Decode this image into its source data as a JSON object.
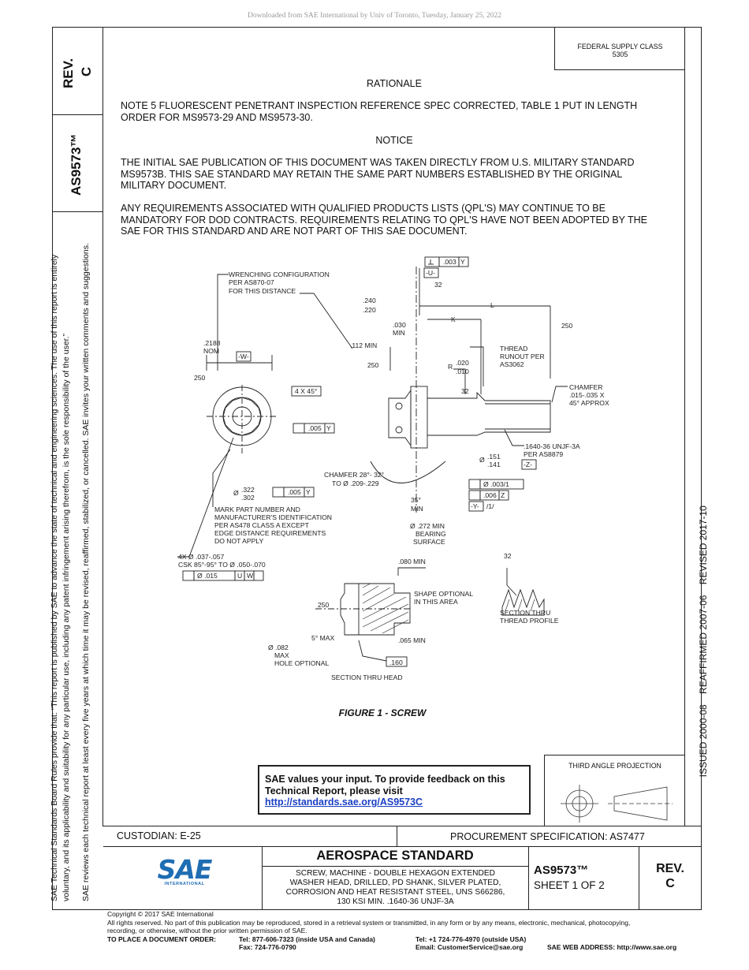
{
  "download_header": "Downloaded from SAE International by Univ of Toronto, Tuesday, January 25, 2022",
  "side_panel": {
    "rev_label": "REV.",
    "rev_value": "C",
    "doc_number": "AS9573™",
    "disclaimer_line1": "SAE Technical Standards Board Rules provide that: “This report is published by SAE to advance the state of technical and engineering sciences. The use of this report is entirely",
    "disclaimer_line2": "voluntary, and its applicability and suitability for any particular use, including any patent infringement arising therefrom, is the sole responsibility of the user.”",
    "disclaimer_line3": "SAE reviews each technical report at least every five years at which time it may be revised, reaffirmed, stabilized, or cancelled. SAE invites your written comments and suggestions."
  },
  "right_strip": {
    "dates": "ISSUED 2000-08    REAFFIRMED 2007-06    REVISED 2017-10"
  },
  "supply_class": {
    "line1": "FEDERAL SUPPLY CLASS",
    "line2": "5305"
  },
  "rationale": {
    "heading": "RATIONALE",
    "text": "NOTE 5 FLUORESCENT PENETRANT INSPECTION REFERENCE SPEC CORRECTED, TABLE 1  PUT IN LENGTH ORDER FOR MS9573-29 AND MS9573-30."
  },
  "notice": {
    "heading": "NOTICE",
    "para1": "THE INITIAL SAE PUBLICATION OF THIS DOCUMENT WAS TAKEN DIRECTLY FROM U.S. MILITARY STANDARD MS9573B. THIS SAE STANDARD MAY RETAIN THE SAME PART NUMBERS ESTABLISHED BY THE ORIGINAL MILITARY DOCUMENT.",
    "para2": "ANY REQUIREMENTS ASSOCIATED WITH QUALIFIED PRODUCTS LISTS (QPL'S) MAY CONTINUE TO BE MANDATORY FOR DOD CONTRACTS. REQUIREMENTS RELATING TO QPL'S HAVE NOT BEEN ADOPTED BY THE SAE FOR THIS STANDARD AND ARE NOT PART OF THIS SAE DOCUMENT."
  },
  "drawing": {
    "flatness": ".003",
    "datum_u": "-U-",
    "finish_32": "32",
    "wrenching_1": "WRENCHING CONFIGURATION",
    "wrenching_2": "PER AS870-07",
    "wrenching_3": "FOR THIS DISTANCE",
    "dim_240": ".240",
    "dim_220": ".220",
    "dim_030": ".030",
    "min": "MIN",
    "k": "K",
    "l": "L",
    "finish_250": "250",
    "dim_2188": ".2188",
    "nom": "NOM",
    "datum_w": "-W-",
    "dim_112": ".112 MIN",
    "thread_runout_1": "THREAD",
    "thread_runout_2": "RUNOUT PER",
    "thread_runout_3": "AS3062",
    "radius_r": "R",
    "dim_020": ".020",
    "dim_010": ".010",
    "four_x_45": "4 X 45°",
    "chamfer_1": "CHAMFER",
    "chamfer_2": ".015-.035 X",
    "chamfer_3": "45° APPROX",
    "runout_005": ".005",
    "datum_y": "Y",
    "thread_spec_1": ".1640-36 UNJF-3A",
    "thread_spec_2": "PER AS8879",
    "datum_z_box": "-Z-",
    "dia": "Ø",
    "dim_151": ".151",
    "dim_141": ".141",
    "chamfer28_1": "CHAMFER 28°- 32°",
    "chamfer28_2": "TO Ø .209-.229",
    "straight_tol": "Ø .003/1",
    "runout_006": ".006",
    "datum_z": "Z",
    "datum_y_box": "-Y-",
    "slash_one": "/1/",
    "dim_322": ".322",
    "dim_302": ".302",
    "angle_35": "35°",
    "mark_1": "MARK PART NUMBER AND",
    "mark_2": "MANUFACTURER'S IDENTIFICATION",
    "mark_3": "PER AS478 CLASS A EXCEPT",
    "mark_4": "EDGE DISTANCE REQUIREMENTS",
    "mark_5": "DO NOT APPLY",
    "bearing_1": "Ø .272 MIN",
    "bearing_2": "BEARING",
    "bearing_3": "SURFACE",
    "holes_1": "4X Ø .037-.057",
    "holes_2": "CSK 85°-95° TO Ø .050-.070",
    "pos_tol": "Ø .015",
    "datum_u_ref": "U",
    "datum_w_ref": "W",
    "dim_080": ".080 MIN",
    "shape_1": "SHAPE OPTIONAL",
    "shape_2": "IN THIS AREA",
    "section_thread_1": "SECTION THRU",
    "section_thread_2": "THREAD PROFILE",
    "five_max": "5° MAX",
    "dim_065": ".065 MIN",
    "hole_1": "Ø .082",
    "hole_2": "MAX",
    "hole_3": "HOLE OPTIONAL",
    "dim_160": ".160",
    "section_head": "SECTION THRU HEAD"
  },
  "figure_caption": "FIGURE 1 - SCREW",
  "feedback": {
    "line1": "SAE values your input. To provide feedback on this",
    "line2": "Technical Report, please visit",
    "link": "http://standards.sae.org/AS9573C"
  },
  "third_angle": "THIRD ANGLE PROJECTION",
  "custodian": "CUSTODIAN: E-25",
  "procurement": "PROCUREMENT SPECIFICATION: AS7477",
  "logo_text": "SAE",
  "logo_sub": "INTERNATIONAL",
  "title_block": {
    "title": "AEROSPACE STANDARD",
    "desc1": "SCREW, MACHINE - DOUBLE HEXAGON EXTENDED",
    "desc2": "WASHER HEAD, DRILLED, PD SHANK, SILVER PLATED,",
    "desc3": "CORROSION AND HEAT RESISTANT STEEL, UNS S66286,",
    "desc4": "130 KSI MIN. .1640-36 UNJF-3A",
    "doc_number": "AS9573™",
    "sheet": "SHEET 1 OF 2",
    "rev_label": "REV.",
    "rev_value": "C"
  },
  "footer": {
    "copyright": "Copyright © 2017 SAE International",
    "rights1": "All rights reserved. No part of this publication may be reproduced, stored in a retrieval system or transmitted, in any form or by any means, electronic, mechanical, photocopying,",
    "rights2": "recording, or otherwise, without the prior written permission of SAE.",
    "order_label": "TO PLACE A DOCUMENT ORDER:",
    "tel_us": "Tel: 877-606-7323 (inside USA and Canada)",
    "fax": "Fax: 724-776-0790",
    "tel_intl": "Tel: +1 724-776-4970 (outside USA)",
    "email": "Email: CustomerService@sae.org",
    "web": "SAE WEB ADDRESS: http://www.sae.org"
  }
}
